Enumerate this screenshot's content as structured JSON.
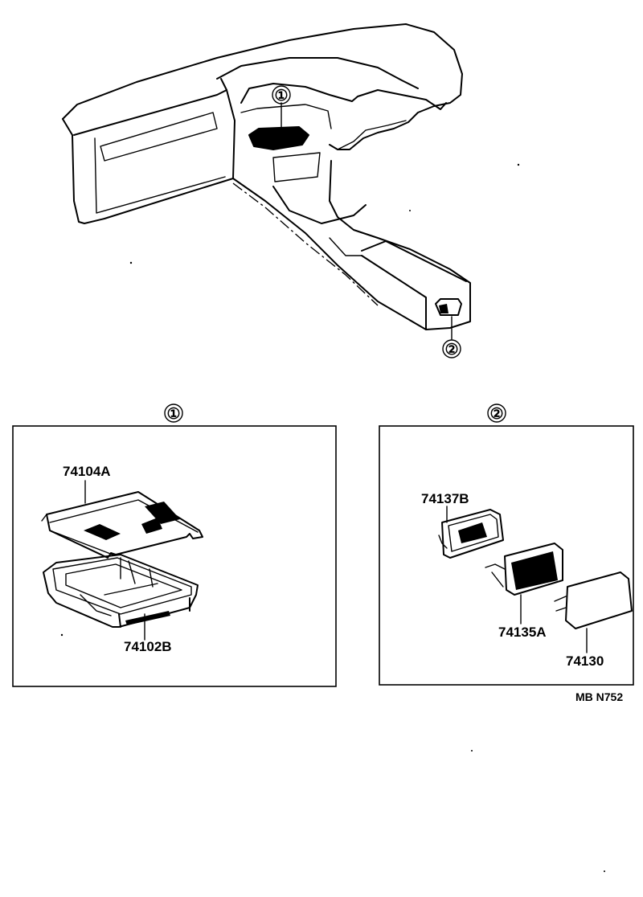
{
  "callouts": {
    "one": "①",
    "two": "②"
  },
  "detail1": {
    "heading": "①",
    "parts": [
      "74104A",
      "74102B"
    ]
  },
  "detail2": {
    "heading": "②",
    "parts": [
      "74137B",
      "74135A",
      "74130"
    ]
  },
  "code": "MB  N752"
}
